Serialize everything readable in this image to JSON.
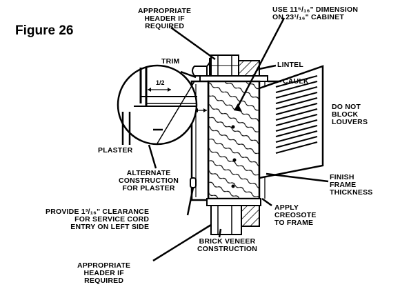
{
  "figure": {
    "title": "Figure 26"
  },
  "callouts": {
    "header_top": [
      "APPROPRIATE",
      "HEADER IF",
      "REQUIRED"
    ],
    "dimension": [
      "USE 11⁵/₁₆\" DIMENSION",
      "ON 23¹/₁₆\" CABINET"
    ],
    "trim": [
      "TRIM"
    ],
    "lintel": [
      "LINTEL"
    ],
    "caulk": [
      "CAULK"
    ],
    "do_not_block": [
      "DO NOT",
      "BLOCK",
      "LOUVERS"
    ],
    "half_mark": "1/2",
    "plaster": [
      "PLASTER"
    ],
    "alternate": [
      "ALTERNATE",
      "CONSTRUCTION",
      "FOR PLASTER"
    ],
    "finish_frame": [
      "FINISH",
      "FRAME",
      "THICKNESS"
    ],
    "clearance": [
      "PROVIDE 1³/₁₆\" CLEARANCE",
      "FOR SERVICE CORD",
      "ENTRY ON LEFT SIDE"
    ],
    "creosote": [
      "APPLY",
      "CREOSOTE",
      "TO FRAME"
    ],
    "brick": [
      "BRICK VENEER",
      "CONSTRUCTION"
    ],
    "header_bottom": [
      "APPROPRIATE",
      "HEADER IF",
      "REQUIRED"
    ]
  }
}
